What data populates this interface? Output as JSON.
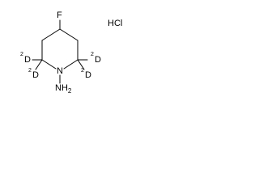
{
  "structure": {
    "fluorine_label": "F",
    "nitrogen_label": "N",
    "amino_label": "NH",
    "amino_subscript": "2",
    "deuterium_symbol": "D",
    "deuterium_mass": "2",
    "salt_label": "HCl"
  },
  "colors": {
    "ink": "#000000",
    "background": "#ffffff"
  }
}
